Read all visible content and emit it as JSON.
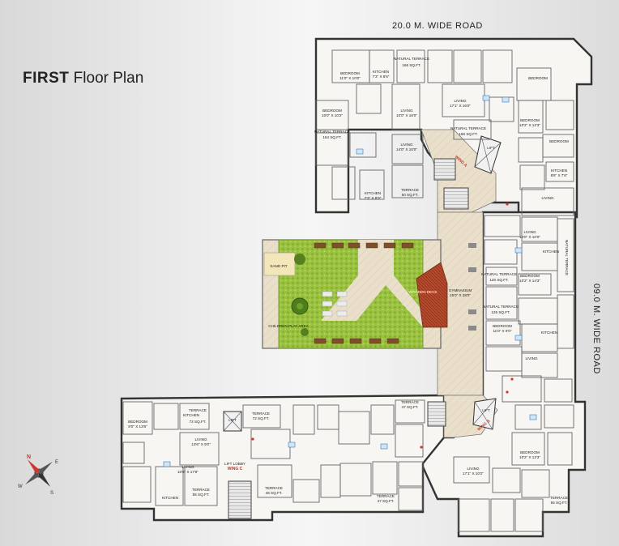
{
  "title": {
    "bold": "FIRST",
    "rest": " Floor Plan"
  },
  "roads": {
    "top": "20.0 M. WIDE ROAD",
    "right": "09.0 M. WIDE ROAD"
  },
  "compass": {
    "n": "N",
    "e": "E",
    "s": "S",
    "w": "W"
  },
  "rooms": {
    "natural_terrace_1": "NATURAL TERRACE",
    "natural_terrace_1_area": "166 SQ.FT.",
    "natural_terrace_2": "NATURAL TERRACE",
    "natural_terrace_2_area": "186 SQ.FT.",
    "natural_terrace_3": "NATURAL TERRACE",
    "natural_terrace_3_area": "164 SQ.FT.",
    "natural_terrace_4": "NATURAL TERRACE",
    "natural_terrace_4_area": "120 SQ.FT.",
    "natural_terrace_5": "NATURAL TERRACE",
    "natural_terrace_5_area": "125 SQ.FT.",
    "natural_terrace_right": "NATURAL TERRACE",
    "bedroom_a": "BEDROOM",
    "bedroom_a_size": "11'0\" X 10'0\"",
    "bedroom_b": "BEDROOM",
    "bedroom_b_size": "10'0\" X 10'2\"",
    "bedroom_c": "BEDROOM",
    "bedroom_c_size": "10'2\" X 14'3\"",
    "bedroom_d": "BEDROOM",
    "bedroom_d_size": "10'2\" X 12'3\"",
    "bedroom_e": "BEDROOM",
    "bedroom_e_size": "11'0\" X 9'0\"",
    "bedroom_f": "BEDROOM",
    "bedroom_f_size": "9'0\" X 13'8\"",
    "bedroom_g": "BEDROOM",
    "bedroom_g_size": "10'2\" X 12'3\"",
    "bedroom_h": "BEDROOM",
    "bedroom_i": "BEDROOM",
    "kitchen_a": "KITCHEN",
    "kitchen_a_size": "7'3\" X 8'6\"",
    "kitchen_b": "KITCHEN",
    "kitchen_b_size": "7'3\" X 8'9\"",
    "kitchen_c": "KITCHEN",
    "kitchen_c_size": "8'6\" X 7'6\"",
    "kitchen_d": "KITCHEN",
    "kitchen_e": "KITCHEN",
    "kitchen_f": "KITCHEN",
    "kitchen_g": "KITCHEN",
    "living_a": "LIVING",
    "living_a_size": "10'0\" X 16'0\"",
    "living_b": "LIVING",
    "living_b_size": "17'1\" X 16'0\"",
    "living_c": "LIVING",
    "living_c_size": "14'0\" X 10'0\"",
    "living_d": "LIVING",
    "living_d_size": "14'0\" X 10'0\"",
    "living_e": "LIVING",
    "living_f": "LIVING",
    "living_f_size": "13'6\" X 9'0\"",
    "living_g": "LIVING",
    "living_g_size": "10'6\" X 17'8\"",
    "living_h": "LIVING",
    "living_i": "LIVING",
    "living_i_size": "17'1\" X 10'2\"",
    "terrace_a": "TERRACE",
    "terrace_a_size": "72 SQ.FT.",
    "terrace_b": "TERRACE",
    "terrace_b_size": "72 SQ.FT.",
    "terrace_c": "TERRACE",
    "terrace_c_size": "55 SQ.FT.",
    "terrace_d": "TERRACE",
    "terrace_d_size": "47 SQ.FT.",
    "terrace_e": "TERRACE",
    "terrace_e_size": "47 SQ.FT.",
    "terrace_f": "TERRACE",
    "terrace_f_size": "50 SQ.FT.",
    "terrace_g": "TERRACE",
    "terrace_g_size": "55 SQ.FT.",
    "terrace_h": "TERRACE",
    "terrace_h_size": "46 SQ.FT.",
    "gymnasium": "GYMNASIUM",
    "gymnasium_size": "15'0\" X 28'0\"",
    "sand_pit": "SAND PIT",
    "wooden_deck": "WOODEN DECK",
    "children_play": "CHILDREN PLAY AREA",
    "lift_1": "LIFT",
    "lift_2": "LIFT",
    "lift_3": "LIFT",
    "wing_a": "WING A",
    "wing_b": "WING B",
    "wing_c": "WING C",
    "lobby_c": "LIFT LOBBY"
  }
}
